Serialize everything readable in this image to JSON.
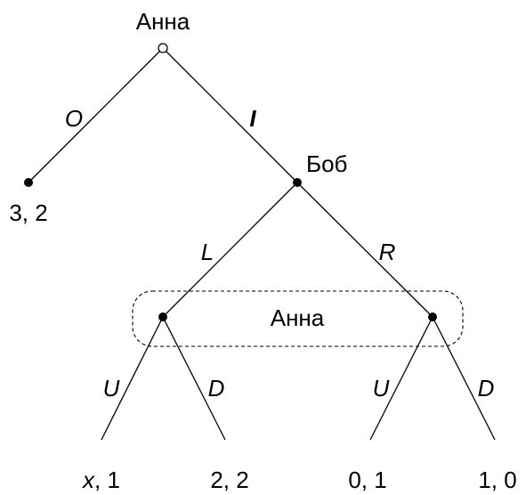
{
  "players": {
    "root": "Анна",
    "second": "Боб",
    "info_set": "Анна"
  },
  "actions": {
    "root_out": "O",
    "root_in": "I",
    "bob_left": "L",
    "bob_right": "R",
    "left_up": "U",
    "left_down": "D",
    "right_up": "U",
    "right_down": "D"
  },
  "payoffs": {
    "outside": "3, 2",
    "left_up_var": "x",
    "left_up_rest": ", 1",
    "left_down": "2, 2",
    "right_up": "0, 1",
    "right_down": "1, 0"
  },
  "colors": {
    "ink": "#000000",
    "background": "#ffffff"
  },
  "icons": {
    "root_node": "hollow-circle-icon",
    "decision_node": "filled-circle-icon",
    "information_set": "dashed-rounded-rectangle"
  }
}
